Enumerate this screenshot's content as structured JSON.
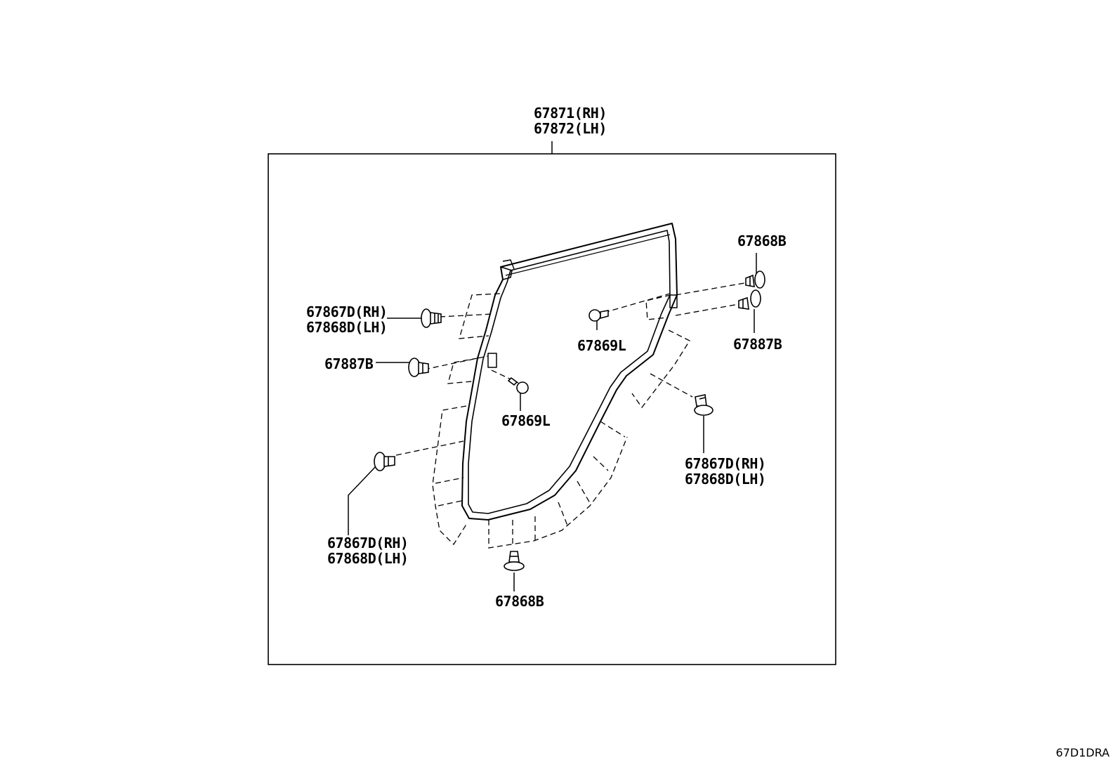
{
  "labels": {
    "assembly_rh": "67871(RH)",
    "assembly_lh": "67872(LH)",
    "clip_top_right": "67868B",
    "upper_left_rh": "67867D(RH)",
    "upper_left_lh": "67868D(LH)",
    "clip_right_pair": "67887B",
    "screw_right": "67869L",
    "clip_left_mid": "67887B",
    "screw_center": "67869L",
    "right_mid_rh": "67867D(RH)",
    "right_mid_lh": "67868D(LH)",
    "lower_left_rh": "67867D(RH)",
    "lower_left_lh": "67868D(LH)",
    "clip_bottom": "67868B"
  },
  "diagram_code": "67D1DRA"
}
